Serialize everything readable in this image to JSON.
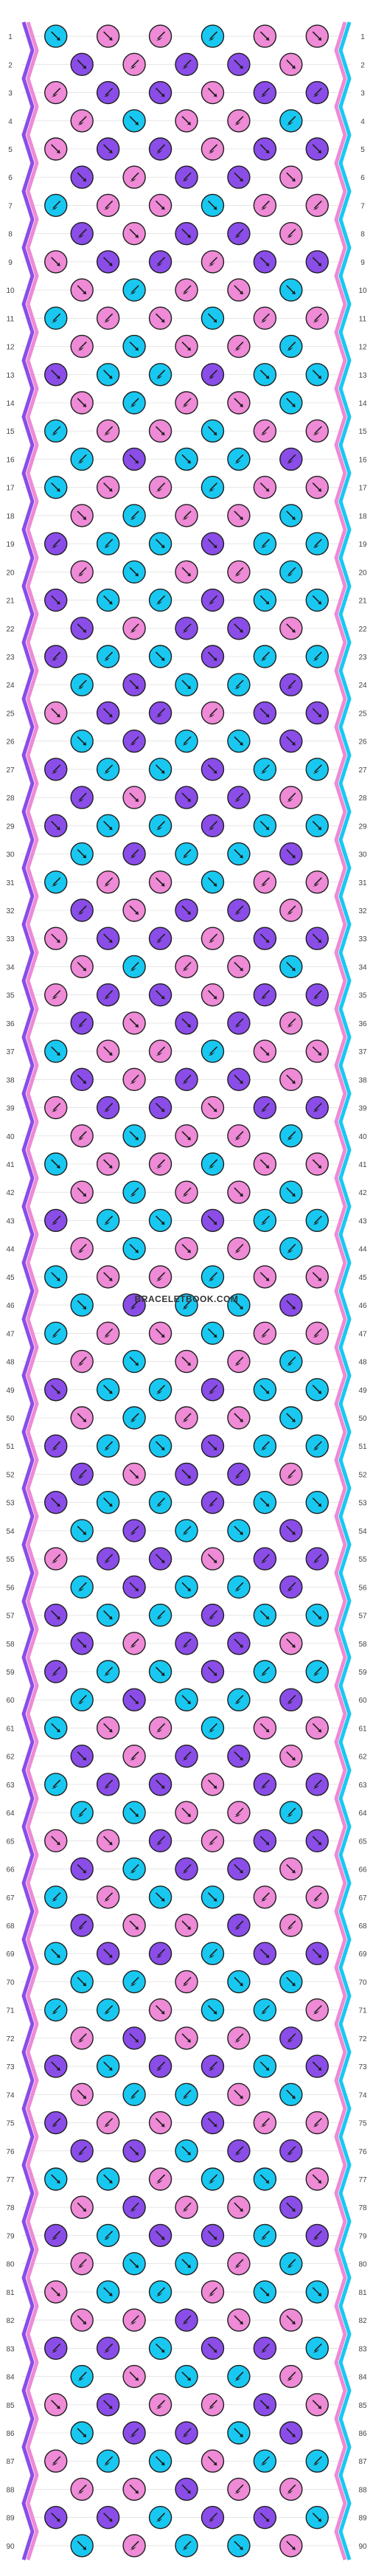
{
  "watermark": "BRACELETBOOK.COM",
  "rows": 90,
  "strings": 12,
  "colors": {
    "cyan": "#19c8f0",
    "purple": "#8a4de8",
    "pink": "#ee8ad6",
    "outline": "#1e1e1e",
    "grid": "#d8d8d8"
  },
  "string_colors": [
    "cyan",
    "cyan",
    "purple",
    "purple",
    "pink",
    "pink",
    "pink",
    "pink",
    "purple",
    "purple",
    "cyan",
    "cyan"
  ],
  "icons": {
    "knot": "circle-knot-icon",
    "arrow": "knot-direction-arrow-icon"
  }
}
